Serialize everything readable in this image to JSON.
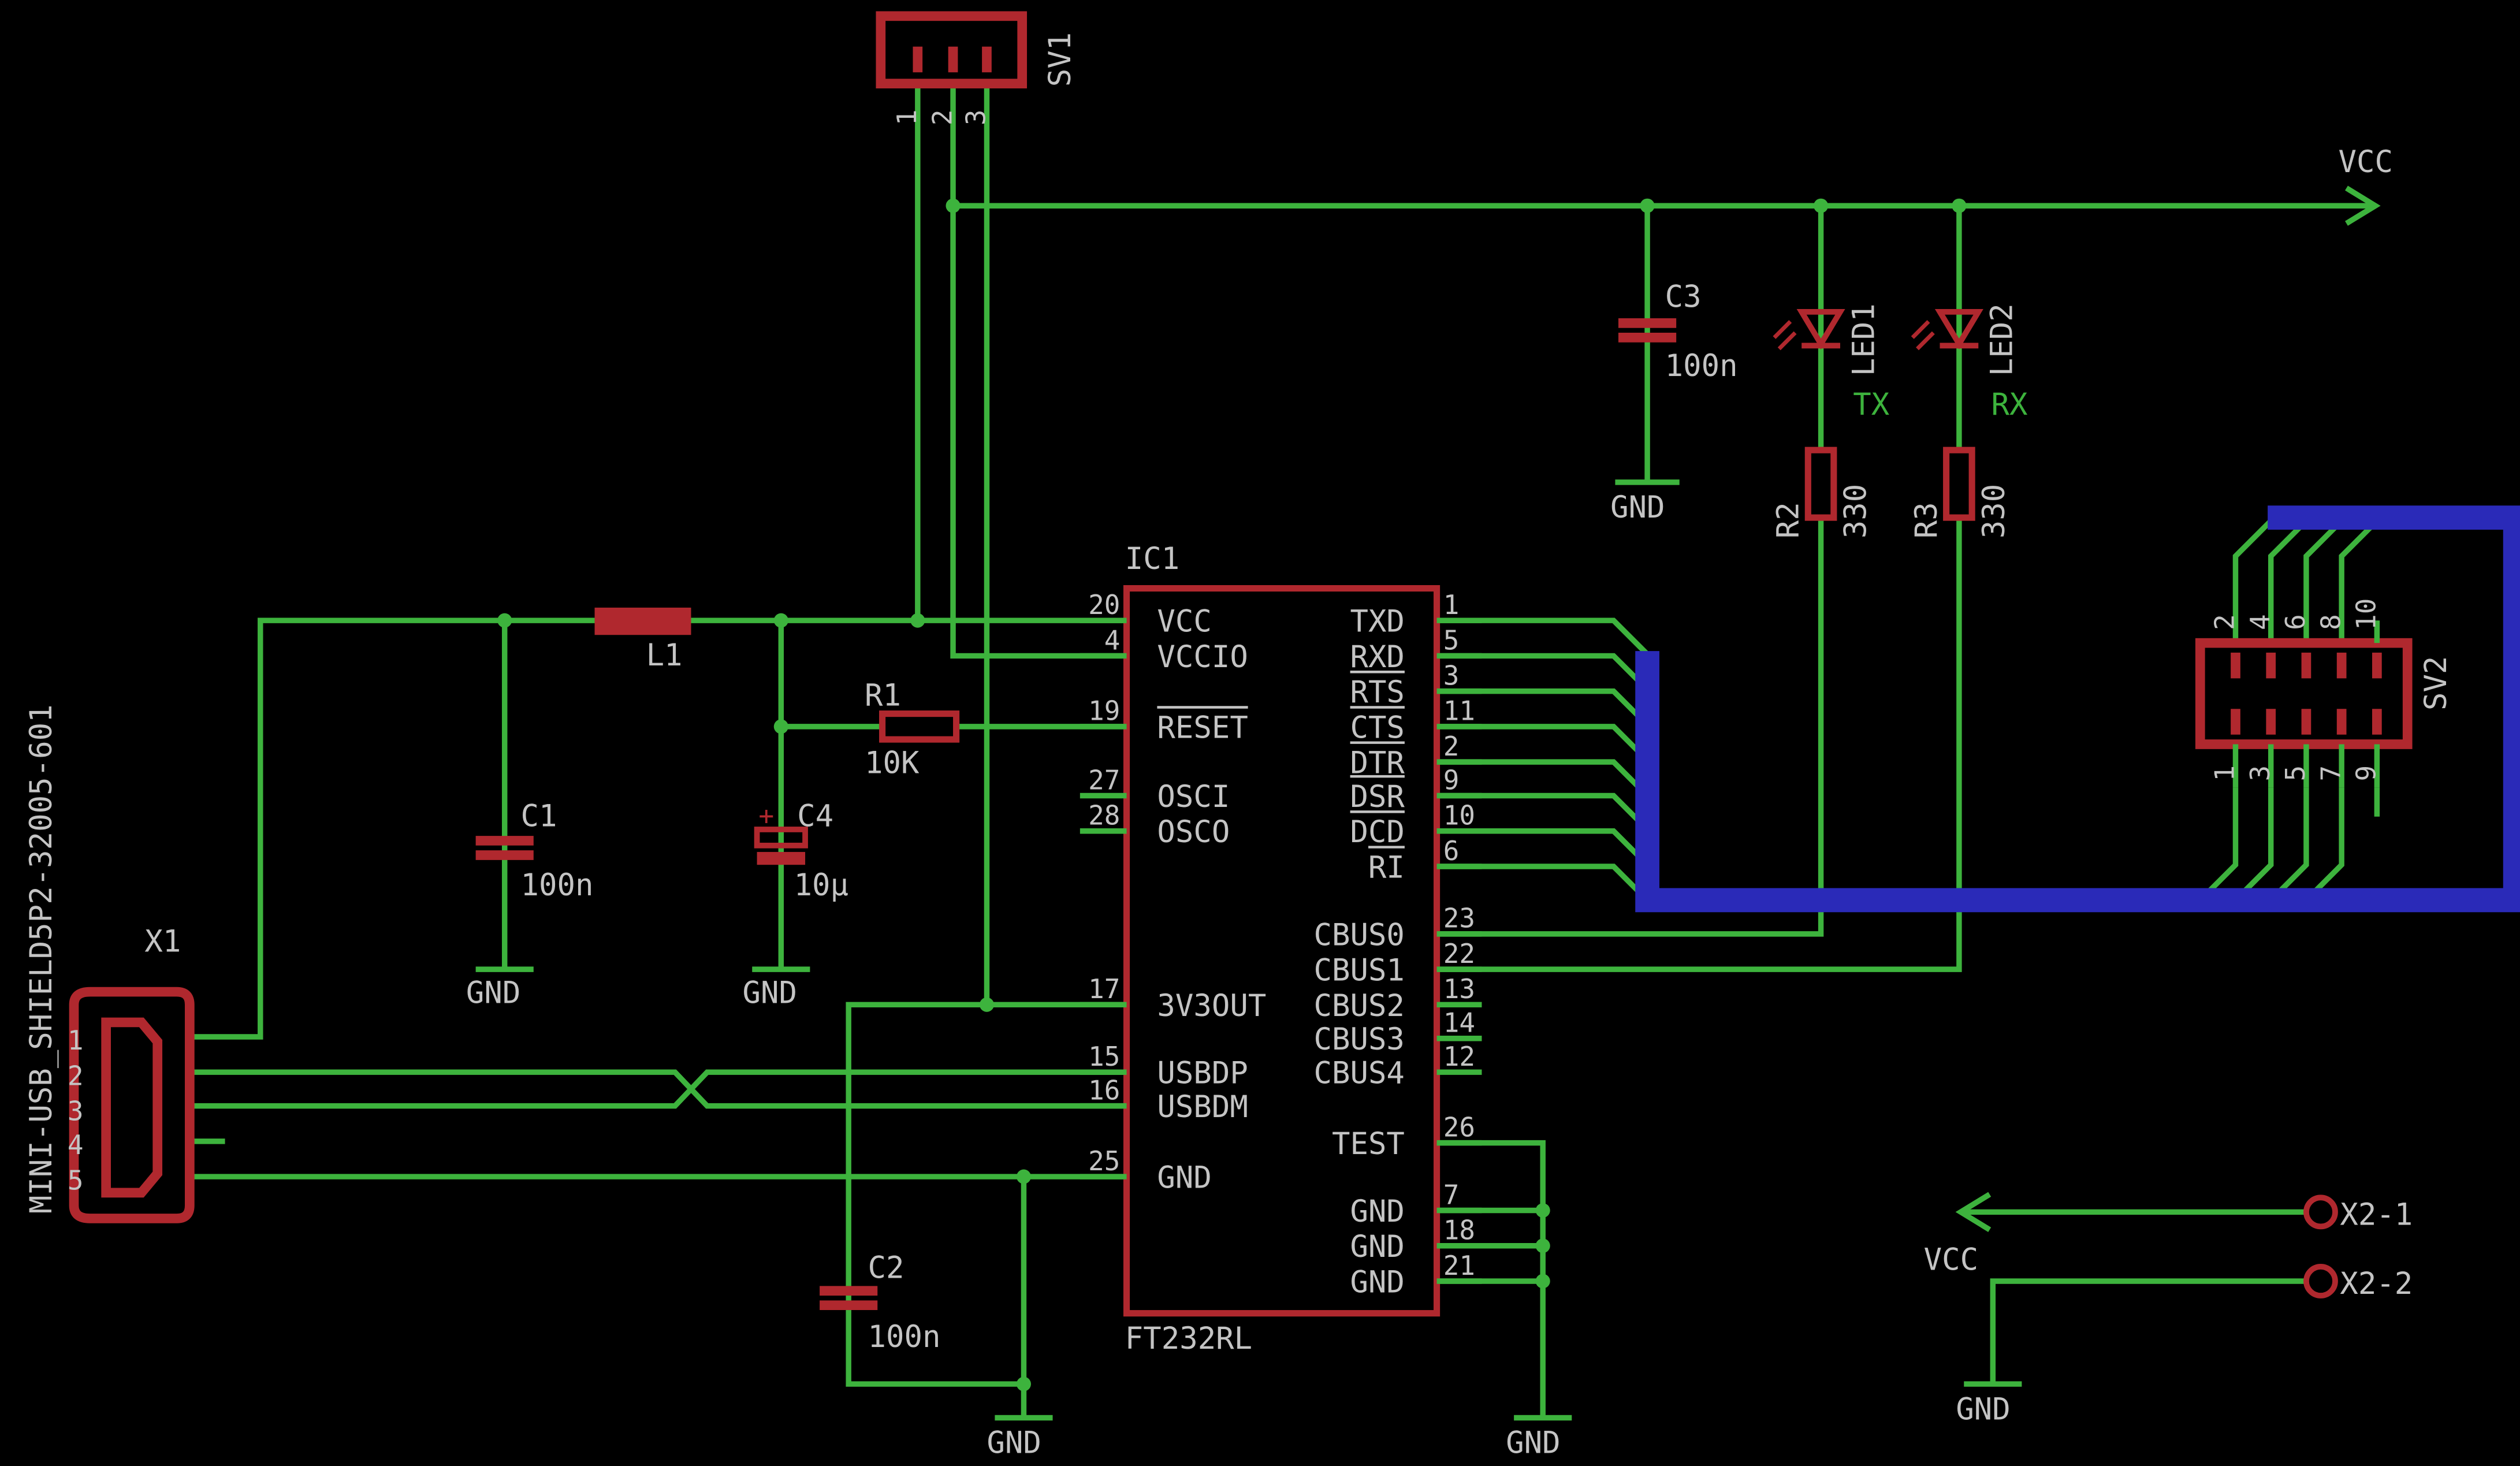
{
  "components": {
    "sv1": {
      "name": "SV1",
      "pins": [
        "1",
        "2",
        "3"
      ]
    },
    "sv2": {
      "name": "SV2",
      "pins_top": [
        "2",
        "4",
        "6",
        "8",
        "10"
      ],
      "pins_bottom": [
        "1",
        "3",
        "5",
        "7",
        "9"
      ]
    },
    "x1": {
      "name": "X1",
      "value": "MINI-USB_SHIELD5P2-32005-601",
      "pins": [
        "1",
        "2",
        "3",
        "4",
        "5"
      ]
    },
    "l1": {
      "name": "L1"
    },
    "r1": {
      "name": "R1",
      "value": "10K"
    },
    "r2": {
      "name": "R2",
      "value": "330"
    },
    "r3": {
      "name": "R3",
      "value": "330"
    },
    "c1": {
      "name": "C1",
      "value": "100n"
    },
    "c2": {
      "name": "C2",
      "value": "100n"
    },
    "c3": {
      "name": "C3",
      "value": "100n"
    },
    "c4": {
      "name": "C4",
      "value": "10µ"
    },
    "led1": {
      "name": "LED1",
      "label": "TX"
    },
    "led2": {
      "name": "LED2",
      "label": "RX"
    },
    "ic1": {
      "name": "IC1",
      "value": "FT232RL",
      "left_pins": [
        {
          "num": "20",
          "label": "VCC"
        },
        {
          "num": "4",
          "label": "VCCIO"
        },
        {
          "num": "19",
          "label": "RESET"
        },
        {
          "num": "27",
          "label": "OSCI"
        },
        {
          "num": "28",
          "label": "OSCO"
        },
        {
          "num": "17",
          "label": "3V3OUT"
        },
        {
          "num": "15",
          "label": "USBDP"
        },
        {
          "num": "16",
          "label": "USBDM"
        },
        {
          "num": "25",
          "label": "GND"
        }
      ],
      "right_pins": [
        {
          "num": "1",
          "label": "TXD"
        },
        {
          "num": "5",
          "label": "RXD"
        },
        {
          "num": "3",
          "label": "RTS"
        },
        {
          "num": "11",
          "label": "CTS"
        },
        {
          "num": "2",
          "label": "DTR"
        },
        {
          "num": "9",
          "label": "DSR"
        },
        {
          "num": "10",
          "label": "DCD"
        },
        {
          "num": "6",
          "label": "RI"
        },
        {
          "num": "23",
          "label": "CBUS0"
        },
        {
          "num": "22",
          "label": "CBUS1"
        },
        {
          "num": "13",
          "label": "CBUS2"
        },
        {
          "num": "14",
          "label": "CBUS3"
        },
        {
          "num": "12",
          "label": "CBUS4"
        },
        {
          "num": "26",
          "label": "TEST"
        },
        {
          "num": "7",
          "label": "GND"
        },
        {
          "num": "18",
          "label": "GND"
        },
        {
          "num": "21",
          "label": "GND"
        }
      ]
    },
    "x2": {
      "pad1": "X2-1",
      "pad2": "X2-2"
    }
  },
  "supplies": {
    "vcc": "VCC",
    "gnd": "GND"
  },
  "colors": {
    "wire": "#3db33d",
    "symbol": "#b0282e",
    "bus": "#2a2ab8",
    "text": "#c4c4c4",
    "background": "#000000"
  }
}
